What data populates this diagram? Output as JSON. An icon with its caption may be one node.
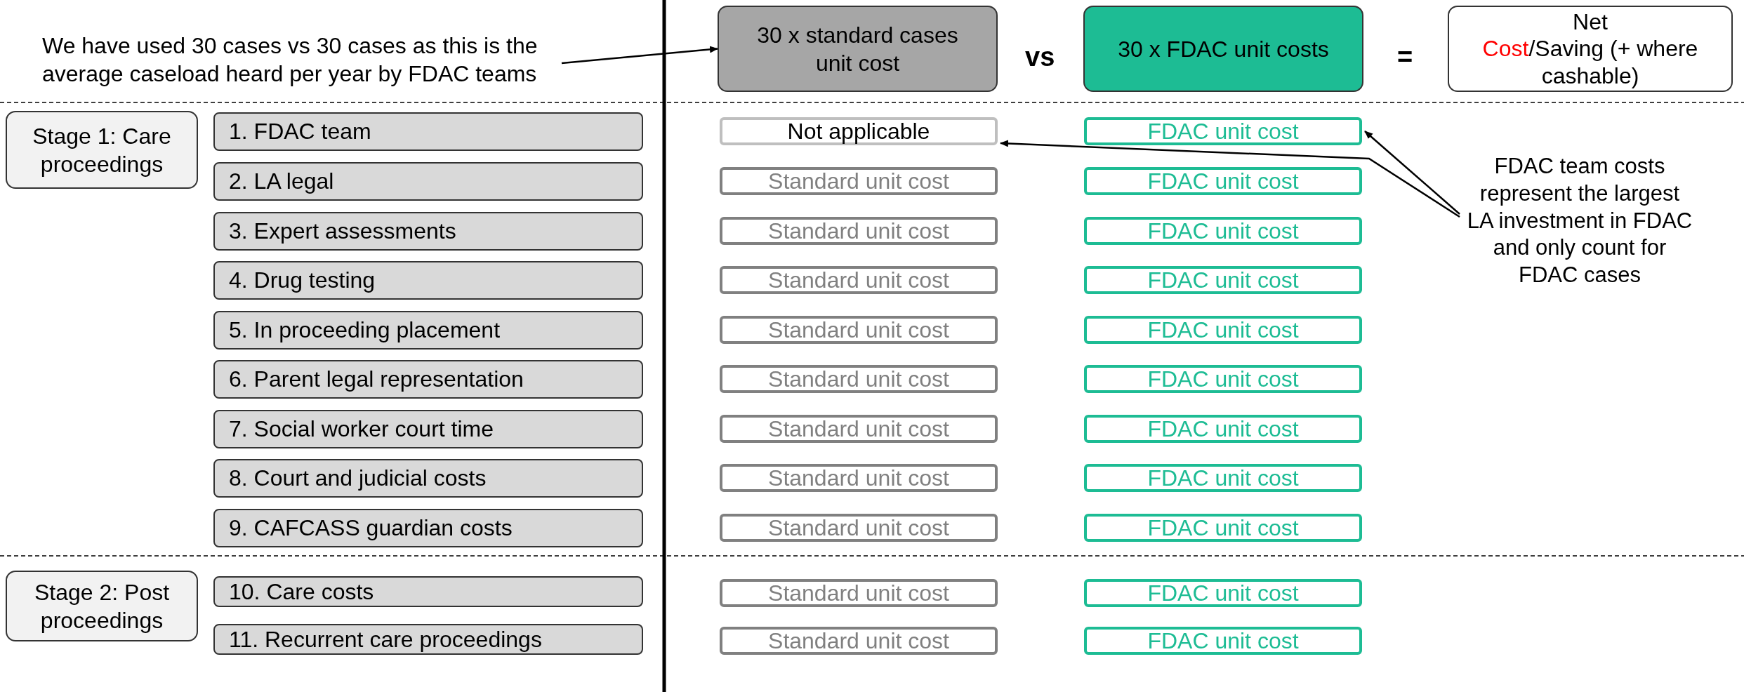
{
  "diagram": {
    "nodes": [
      {
        "text": [
          "We have used 30 cases vs 30 cases as this is the average caseload heard per year by FDAC teams"
        ]
      },
      {
        "text": [
          "30 x standard cases unit cost"
        ]
      },
      {
        "text": [
          "30 x FDAC unit costs"
        ]
      },
      {
        "text": [
          "Net",
          "Cost",
          "/Saving (+ where cashable)"
        ]
      },
      {
        "text": [
          "Stage 1: Care proceedings"
        ]
      },
      {
        "text": [
          "1. FDAC team"
        ]
      },
      {
        "text": [
          "2. LA legal"
        ]
      },
      {
        "text": [
          "3. Expert assessments"
        ]
      },
      {
        "text": [
          "4. Drug testing"
        ]
      },
      {
        "text": [
          "5. In proceeding placement"
        ]
      },
      {
        "text": [
          "6. Parent legal representation"
        ]
      },
      {
        "text": [
          "7. Social worker court time"
        ]
      },
      {
        "text": [
          "8. Court and judicial costs"
        ]
      },
      {
        "text": [
          "9. CAFCASS guardian costs"
        ]
      },
      {
        "text": [
          "Stage 2: Post proceedings"
        ]
      },
      {
        "text": [
          "10. Care costs"
        ]
      },
      {
        "text": [
          "11. Recurrent care proceedings"
        ]
      },
      {
        "text": [
          "Not applicable"
        ]
      },
      {
        "text": [
          "FDAC unit cost"
        ]
      },
      {
        "text": [
          "Standard unit cost"
        ]
      },
      {
        "text": [
          "FDAC unit cost"
        ]
      },
      {
        "text": [
          "Standard unit cost"
        ]
      },
      {
        "text": [
          "FDAC unit cost"
        ]
      },
      {
        "text": [
          "Standard unit cost"
        ]
      },
      {
        "text": [
          "FDAC unit cost"
        ]
      },
      {
        "text": [
          "Standard unit cost"
        ]
      },
      {
        "text": [
          "FDAC unit cost"
        ]
      },
      {
        "text": [
          "Standard unit cost"
        ]
      },
      {
        "text": [
          "FDAC unit cost"
        ]
      },
      {
        "text": [
          "Standard unit cost"
        ]
      },
      {
        "text": [
          "FDAC unit cost"
        ]
      },
      {
        "text": [
          "Standard unit cost"
        ]
      },
      {
        "text": [
          "FDAC unit cost"
        ]
      },
      {
        "text": [
          "Standard unit cost"
        ]
      },
      {
        "text": [
          "FDAC unit cost"
        ]
      },
      {
        "text": [
          "Standard unit cost"
        ]
      },
      {
        "text": [
          "FDAC unit cost"
        ]
      },
      {
        "text": [
          "Standard unit cost"
        ]
      },
      {
        "text": [
          "FDAC unit cost"
        ]
      },
      {
        "text": [
          "FDAC team costs represent the largest LA investment in FDAC and only count for FDAC cases"
        ]
      }
    ],
    "edges": [
      {
        "from": 0,
        "to": 1,
        "arrow": "to"
      },
      {
        "from": 39,
        "to": 17,
        "arrow": "to"
      },
      {
        "from": 39,
        "to": 18,
        "arrow": "to"
      }
    ],
    "labels": [
      "vs",
      "="
    ]
  }
}
